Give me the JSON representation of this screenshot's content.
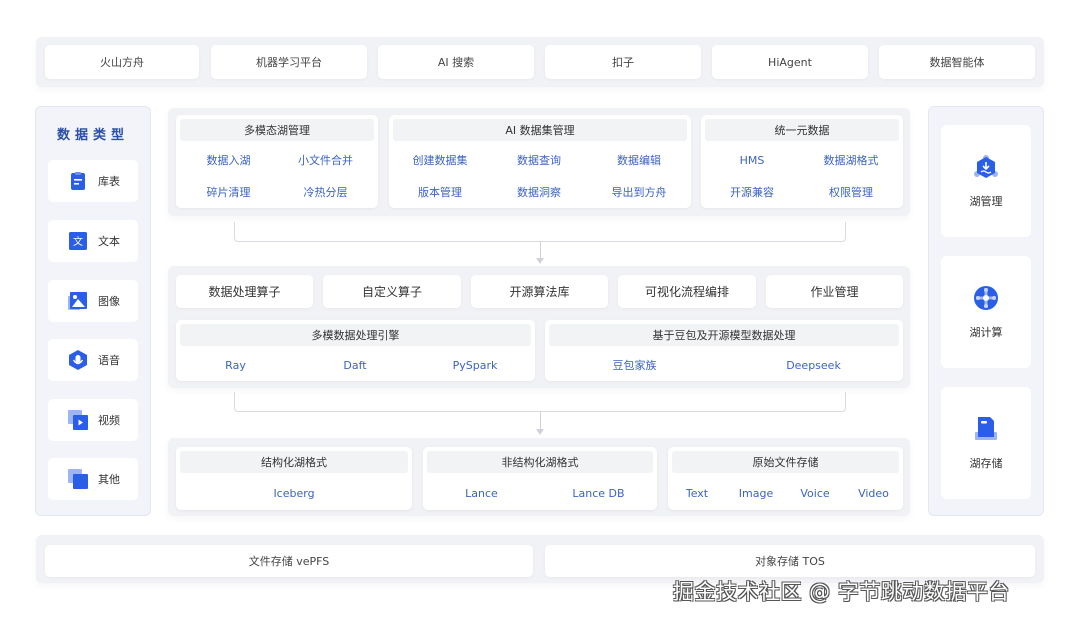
{
  "top_apps": [
    "火山方舟",
    "机器学习平台",
    "AI 搜索",
    "扣子",
    "HiAgent",
    "数据智能体"
  ],
  "left_panel": {
    "title": "数据类型",
    "items": [
      {
        "label": "库表",
        "icon": "table-doc-icon"
      },
      {
        "label": "文本",
        "icon": "text-icon"
      },
      {
        "label": "图像",
        "icon": "image-icon"
      },
      {
        "label": "语音",
        "icon": "voice-icon"
      },
      {
        "label": "视频",
        "icon": "video-icon"
      },
      {
        "label": "其他",
        "icon": "other-icon"
      }
    ]
  },
  "right_panel": {
    "items": [
      {
        "label": "湖管理",
        "icon": "lake-management-icon"
      },
      {
        "label": "湖计算",
        "icon": "lake-compute-icon"
      },
      {
        "label": "湖存储",
        "icon": "lake-storage-icon"
      }
    ]
  },
  "layer1": {
    "groups": [
      {
        "title": "多模态湖管理",
        "items": [
          "数据入湖",
          "小文件合并",
          "碎片清理",
          "冷热分层"
        ]
      },
      {
        "title": "AI 数据集管理",
        "items": [
          "创建数据集",
          "数据查询",
          "数据编辑",
          "版本管理",
          "数据洞察",
          "导出到方舟"
        ]
      },
      {
        "title": "统一元数据",
        "items": [
          "HMS",
          "数据湖格式",
          "开源兼容",
          "权限管理"
        ]
      }
    ]
  },
  "layer2": {
    "tools": [
      "数据处理算子",
      "自定义算子",
      "开源算法库",
      "可视化流程编排",
      "作业管理"
    ],
    "groups": [
      {
        "title": "多模数据处理引擎",
        "items": [
          "Ray",
          "Daft",
          "PySpark"
        ]
      },
      {
        "title": "基于豆包及开源模型数据处理",
        "items": [
          "豆包家族",
          "Deepseek"
        ]
      }
    ]
  },
  "layer3": {
    "groups": [
      {
        "title": "结构化湖格式",
        "items": [
          "Iceberg"
        ]
      },
      {
        "title": "非结构化湖格式",
        "items": [
          "Lance",
          "Lance DB"
        ]
      },
      {
        "title": "原始文件存储",
        "items": [
          "Text",
          "Image",
          "Voice",
          "Video"
        ]
      }
    ]
  },
  "bottom_storage": [
    "文件存储 vePFS",
    "对象存储 TOS"
  ],
  "watermark": "掘金技术社区 @ 字节跳动数据平台",
  "colors": {
    "accent": "#2a5ee8",
    "link_text": "#3c63c2",
    "title_blue": "#2a4fa8",
    "band_bg": "#f1f2f5"
  }
}
